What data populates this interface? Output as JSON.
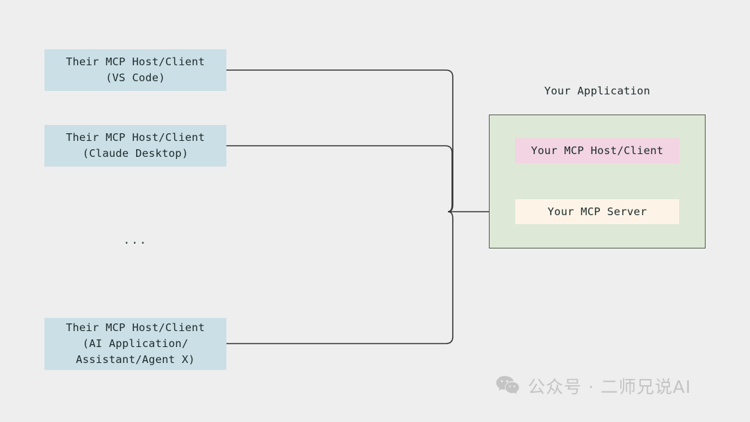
{
  "diagram": {
    "background_color": "#eeeeee",
    "text_color": "#1d2b2b",
    "line_color": "#333333",
    "clients": [
      {
        "id": "vscode",
        "line1": "Their MCP Host/Client",
        "line2": "(VS Code)",
        "line3": "",
        "color": "#cbdfe6"
      },
      {
        "id": "claude-desktop",
        "line1": "Their MCP Host/Client",
        "line2": "(Claude Desktop)",
        "line3": "",
        "color": "#cbdfe6"
      },
      {
        "id": "generic-ai-app",
        "line1": "Their MCP Host/Client",
        "line2": "(AI Application/",
        "line3": "Assistant/Agent X)",
        "color": "#cbdfe6"
      }
    ],
    "ellipsis": "...",
    "application": {
      "title": "Your Application",
      "panel_color": "#dde8d6",
      "panel_border_color": "#4f5a4b",
      "host_client": {
        "label": "Your MCP Host/Client",
        "color": "#f2d4e2"
      },
      "server": {
        "label": "Your MCP Server",
        "color": "#fdf4e7"
      }
    }
  },
  "watermark": {
    "icon": "wechat-icon",
    "text": "公众号 · 二师兄说AI",
    "color": "#c4c4c4"
  }
}
